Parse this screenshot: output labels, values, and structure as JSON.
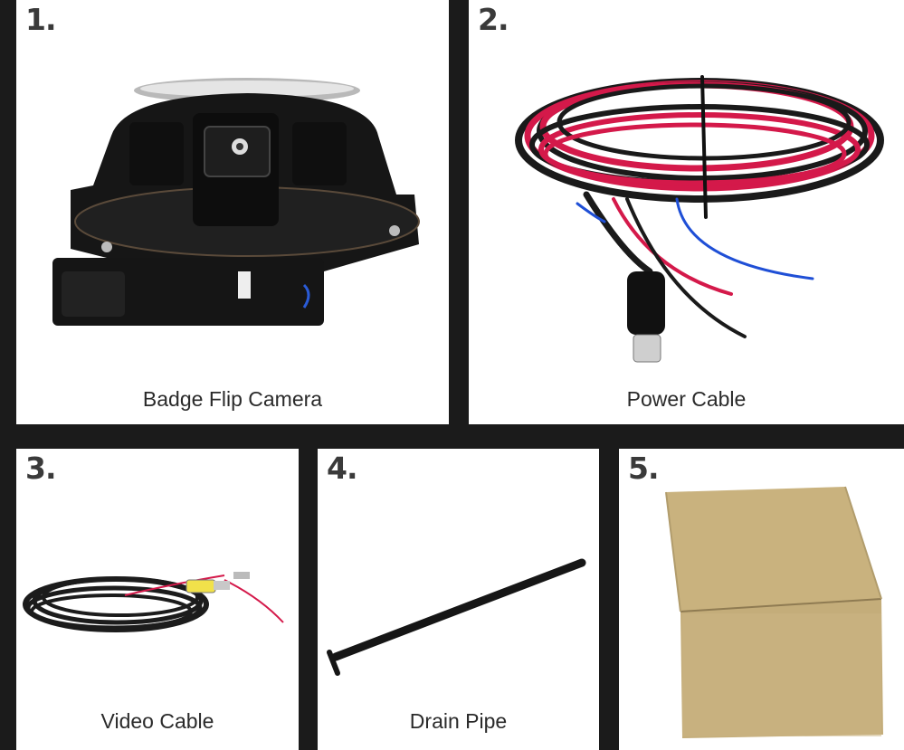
{
  "panels": [
    {
      "number": "1.",
      "caption": "Badge Flip Camera",
      "illustration": "camera-illustration"
    },
    {
      "number": "2.",
      "caption": "Power Cable",
      "illustration": "power-cable-illustration"
    },
    {
      "number": "3.",
      "caption": "Video Cable",
      "illustration": "video-cable-illustration"
    },
    {
      "number": "4.",
      "caption": "Drain Pipe",
      "illustration": "drain-pipe-illustration"
    },
    {
      "number": "5.",
      "caption": "",
      "illustration": "box-illustration"
    }
  ],
  "colors": {
    "background": "#1b1b1b",
    "panel": "#ffffff",
    "cable_red": "#d4194a",
    "cable_black": "#1a1a1a",
    "cable_blue": "#1f4fd6",
    "box": "#c9b27e"
  }
}
